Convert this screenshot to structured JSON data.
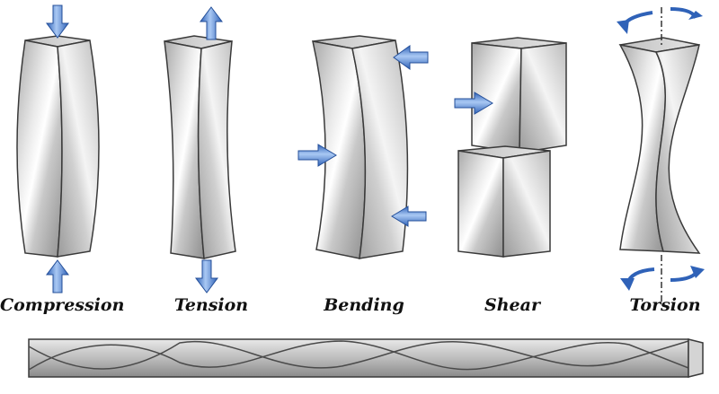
{
  "labels": {
    "compression": "Compression",
    "tension": "Tension",
    "bending": "Bending",
    "shear": "Shear",
    "torsion": "Torsion"
  },
  "colors": {
    "arrow_blue": "#3f7dd6",
    "metal_light": "#f2f2f2",
    "metal_dark": "#8c8c8c",
    "outline": "#3a3a3a"
  }
}
